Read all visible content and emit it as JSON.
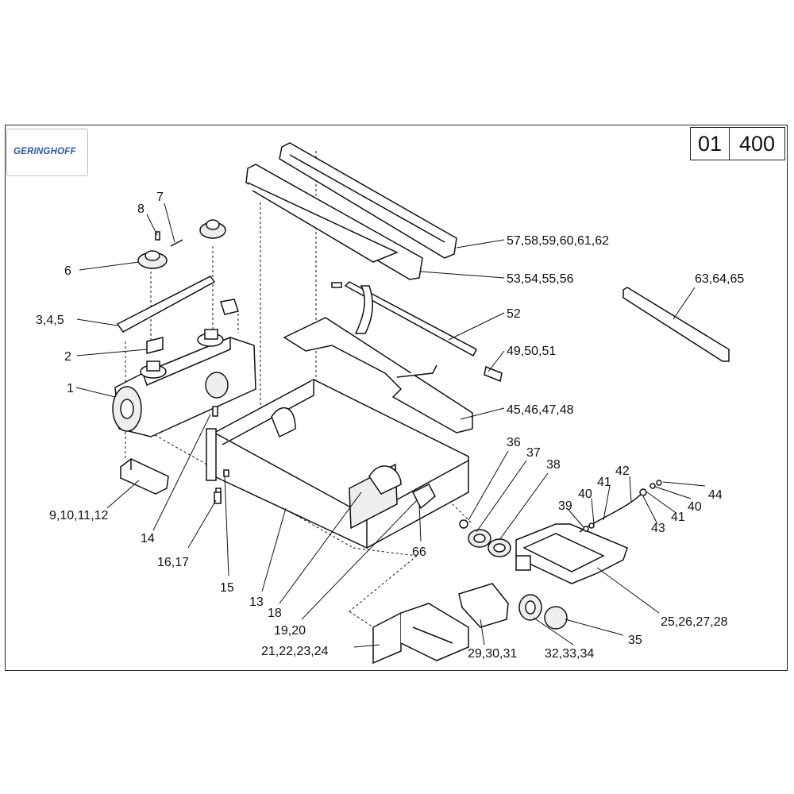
{
  "brand": {
    "logo_text": "GERINGHOFF",
    "color": "#2c5aa0"
  },
  "page_code": {
    "group": "01",
    "number": "400"
  },
  "callouts": [
    {
      "id": "c7",
      "text": "7"
    },
    {
      "id": "c8",
      "text": "8"
    },
    {
      "id": "c6",
      "text": "6"
    },
    {
      "id": "c345",
      "text": "3,4,5"
    },
    {
      "id": "c2",
      "text": "2"
    },
    {
      "id": "c1",
      "text": "1"
    },
    {
      "id": "c9",
      "text": "9,10,11,12"
    },
    {
      "id": "c14",
      "text": "14"
    },
    {
      "id": "c16",
      "text": "16,17"
    },
    {
      "id": "c15",
      "text": "15"
    },
    {
      "id": "c13",
      "text": "13"
    },
    {
      "id": "c18",
      "text": "18"
    },
    {
      "id": "c19",
      "text": "19,20"
    },
    {
      "id": "c21",
      "text": "21,22,23,24"
    },
    {
      "id": "c57",
      "text": "57,58,59,60,61,62"
    },
    {
      "id": "c53",
      "text": "53,54,55,56"
    },
    {
      "id": "c63",
      "text": "63,64,65"
    },
    {
      "id": "c52",
      "text": "52"
    },
    {
      "id": "c49",
      "text": "49,50,51"
    },
    {
      "id": "c45",
      "text": "45,46,47,48"
    },
    {
      "id": "c36",
      "text": "36"
    },
    {
      "id": "c37",
      "text": "37"
    },
    {
      "id": "c38",
      "text": "38"
    },
    {
      "id": "c42",
      "text": "42"
    },
    {
      "id": "c41a",
      "text": "41"
    },
    {
      "id": "c40a",
      "text": "40"
    },
    {
      "id": "c39",
      "text": "39"
    },
    {
      "id": "c44",
      "text": "44"
    },
    {
      "id": "c40b",
      "text": "40"
    },
    {
      "id": "c41b",
      "text": "41"
    },
    {
      "id": "c43",
      "text": "43"
    },
    {
      "id": "c66",
      "text": "66"
    },
    {
      "id": "c25",
      "text": "25,26,27,28"
    },
    {
      "id": "c35",
      "text": "35"
    },
    {
      "id": "c29",
      "text": "29,30,31"
    },
    {
      "id": "c32",
      "text": "32,33,34"
    }
  ]
}
